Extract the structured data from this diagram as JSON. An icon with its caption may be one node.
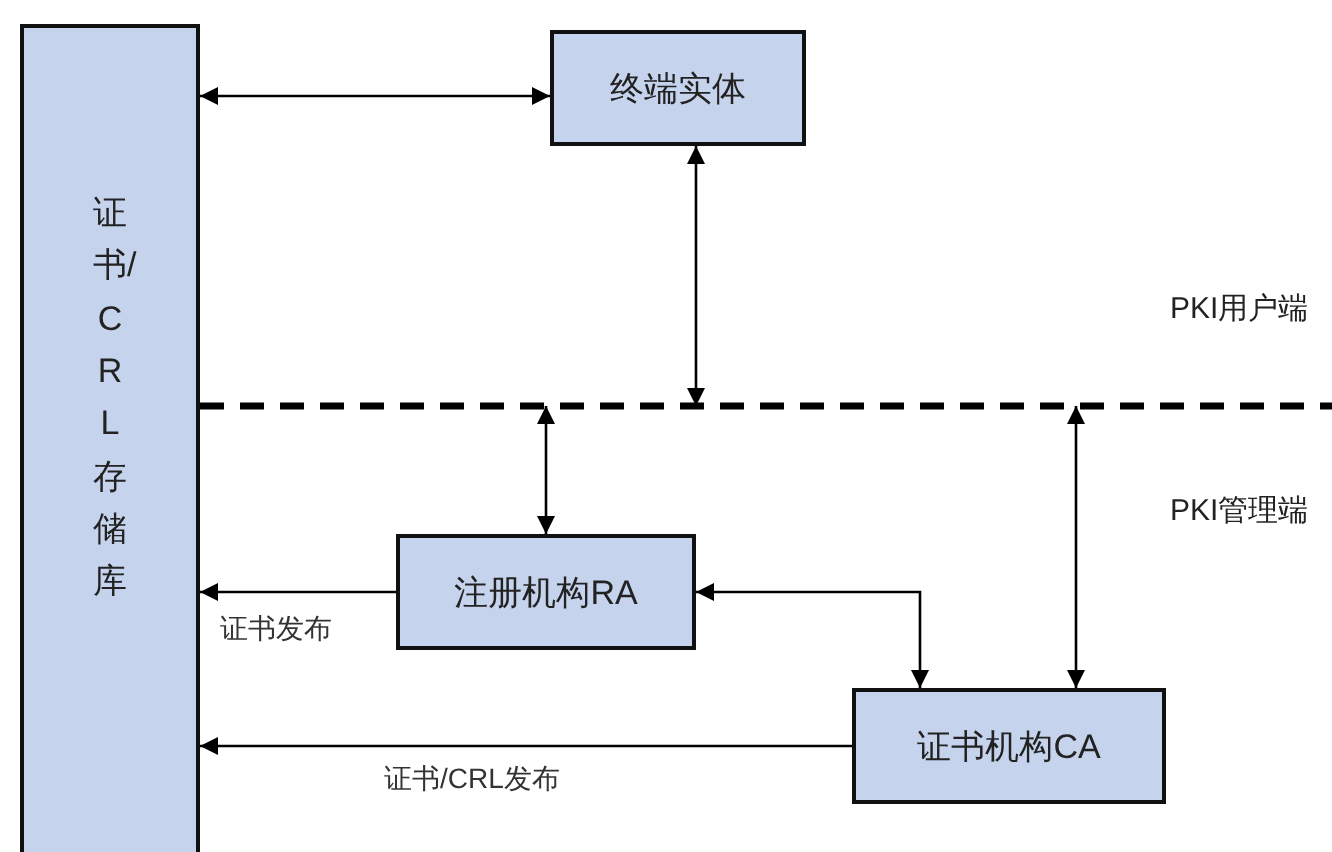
{
  "diagram": {
    "nodes": [
      {
        "text": [
          "证书/CRL存储库"
        ]
      },
      {
        "text": [
          "终端实体"
        ]
      },
      {
        "text": [
          "注册机构RA"
        ]
      },
      {
        "text": [
          "证书机构CA"
        ]
      }
    ],
    "edges": [
      {
        "from": 0,
        "to": 1,
        "arrow": "both"
      },
      {
        "from": 1,
        "to": null,
        "arrow": "both"
      },
      {
        "from": null,
        "to": 2,
        "arrow": "both"
      },
      {
        "from": null,
        "to": 3,
        "arrow": "both"
      },
      {
        "from": 2,
        "to": 0,
        "arrow": "to",
        "label": "证书发布"
      },
      {
        "from": 2,
        "to": 3,
        "arrow": "both"
      },
      {
        "from": 3,
        "to": 0,
        "arrow": "to",
        "label": "证书/CRL发布"
      }
    ],
    "labels": [
      "PKI用户端",
      "PKI管理端"
    ]
  }
}
